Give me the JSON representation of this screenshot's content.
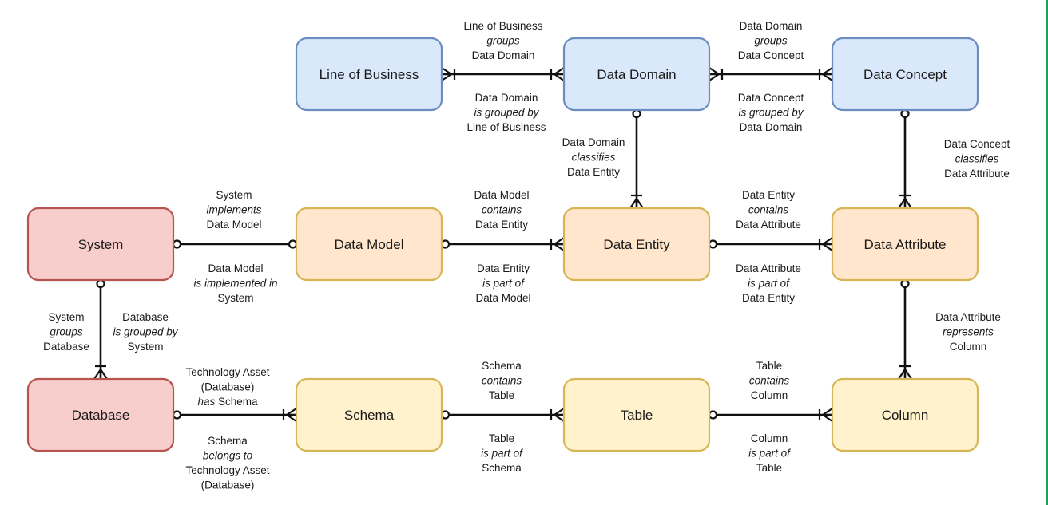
{
  "diagram": {
    "nodes": [
      {
        "id": "lob",
        "label": "Line of Business",
        "group": "business"
      },
      {
        "id": "domain",
        "label": "Data Domain",
        "group": "business"
      },
      {
        "id": "concept",
        "label": "Data Concept",
        "group": "business"
      },
      {
        "id": "system",
        "label": "System",
        "group": "technology"
      },
      {
        "id": "model",
        "label": "Data Model",
        "group": "logical"
      },
      {
        "id": "entity",
        "label": "Data Entity",
        "group": "logical"
      },
      {
        "id": "attribute",
        "label": "Data Attribute",
        "group": "logical"
      },
      {
        "id": "database",
        "label": "Database",
        "group": "technology"
      },
      {
        "id": "schema",
        "label": "Schema",
        "group": "physical"
      },
      {
        "id": "table",
        "label": "Table",
        "group": "physical"
      },
      {
        "id": "column",
        "label": "Column",
        "group": "physical"
      }
    ],
    "edges": [
      {
        "id": "lob-domain",
        "from": "lob",
        "to": "domain",
        "from_end": "crowfoot",
        "to_end": "crowfoot",
        "labels": [
          {
            "id": "lob-domain-fwd",
            "lines": [
              {
                "text": "Line of Business",
                "italic": false
              },
              {
                "text": "groups",
                "italic": true
              },
              {
                "text": "Data Domain",
                "italic": false
              }
            ]
          },
          {
            "id": "lob-domain-rev",
            "lines": [
              {
                "text": "Data Domain",
                "italic": false
              },
              {
                "text": "is grouped by",
                "italic": true
              },
              {
                "text": "Line of Business",
                "italic": false
              }
            ]
          }
        ]
      },
      {
        "id": "domain-concept",
        "from": "domain",
        "to": "concept",
        "from_end": "crowfoot",
        "to_end": "crowfoot",
        "labels": [
          {
            "id": "domain-concept-fwd",
            "lines": [
              {
                "text": "Data Domain",
                "italic": false
              },
              {
                "text": "groups",
                "italic": true
              },
              {
                "text": "Data Concept",
                "italic": false
              }
            ]
          },
          {
            "id": "domain-concept-rev",
            "lines": [
              {
                "text": "Data Concept",
                "italic": false
              },
              {
                "text": "is grouped by",
                "italic": true
              },
              {
                "text": "Data Domain",
                "italic": false
              }
            ]
          }
        ]
      },
      {
        "id": "domain-entity",
        "from": "domain",
        "to": "entity",
        "from_end": "circle",
        "to_end": "crowfoot",
        "labels": [
          {
            "id": "domain-entity-fwd",
            "lines": [
              {
                "text": "Data Domain",
                "italic": false
              },
              {
                "text": "classifies",
                "italic": true
              },
              {
                "text": "Data Entity",
                "italic": false
              }
            ]
          }
        ]
      },
      {
        "id": "concept-attribute",
        "from": "concept",
        "to": "attribute",
        "from_end": "circle",
        "to_end": "crowfoot",
        "labels": [
          {
            "id": "concept-attribute-fwd",
            "lines": [
              {
                "text": "Data Concept",
                "italic": false
              },
              {
                "text": "classifies",
                "italic": true
              },
              {
                "text": "Data Attribute",
                "italic": false
              }
            ]
          }
        ]
      },
      {
        "id": "system-model",
        "from": "system",
        "to": "model",
        "from_end": "circle",
        "to_end": "circle",
        "labels": [
          {
            "id": "system-model-fwd",
            "lines": [
              {
                "text": "System",
                "italic": false
              },
              {
                "text": "implements",
                "italic": true
              },
              {
                "text": "Data Model",
                "italic": false
              }
            ]
          },
          {
            "id": "system-model-rev",
            "lines": [
              {
                "text": "Data Model",
                "italic": false
              },
              {
                "text": "is implemented in",
                "italic": true
              },
              {
                "text": "System",
                "italic": false
              }
            ]
          }
        ]
      },
      {
        "id": "model-entity",
        "from": "model",
        "to": "entity",
        "from_end": "circle",
        "to_end": "crowfoot",
        "labels": [
          {
            "id": "model-entity-fwd",
            "lines": [
              {
                "text": "Data Model",
                "italic": false
              },
              {
                "text": "contains",
                "italic": true
              },
              {
                "text": "Data Entity",
                "italic": false
              }
            ]
          },
          {
            "id": "model-entity-rev",
            "lines": [
              {
                "text": "Data Entity",
                "italic": false
              },
              {
                "text": "is part of",
                "italic": true
              },
              {
                "text": "Data Model",
                "italic": false
              }
            ]
          }
        ]
      },
      {
        "id": "entity-attribute",
        "from": "entity",
        "to": "attribute",
        "from_end": "circle",
        "to_end": "crowfoot",
        "labels": [
          {
            "id": "entity-attribute-fwd",
            "lines": [
              {
                "text": "Data Entity",
                "italic": false
              },
              {
                "text": "contains",
                "italic": true
              },
              {
                "text": "Data Attribute",
                "italic": false
              }
            ]
          },
          {
            "id": "entity-attribute-rev",
            "lines": [
              {
                "text": "Data Attribute",
                "italic": false
              },
              {
                "text": "is part of",
                "italic": true
              },
              {
                "text": "Data Entity",
                "italic": false
              }
            ]
          }
        ]
      },
      {
        "id": "system-database",
        "from": "system",
        "to": "database",
        "from_end": "circle",
        "to_end": "crowfoot",
        "labels": [
          {
            "id": "system-database-fwd",
            "lines": [
              {
                "text": "System",
                "italic": false
              },
              {
                "text": "groups",
                "italic": true
              },
              {
                "text": "Database",
                "italic": false
              }
            ]
          },
          {
            "id": "system-database-rev",
            "lines": [
              {
                "text": "Database",
                "italic": false
              },
              {
                "text": "is grouped by",
                "italic": true
              },
              {
                "text": "System",
                "italic": false
              }
            ]
          }
        ]
      },
      {
        "id": "attribute-column",
        "from": "attribute",
        "to": "column",
        "from_end": "circle",
        "to_end": "crowfoot",
        "labels": [
          {
            "id": "attribute-column-fwd",
            "lines": [
              {
                "text": "Data Attribute",
                "italic": false
              },
              {
                "text": "represents",
                "italic": true
              },
              {
                "text": "Column",
                "italic": false
              }
            ]
          }
        ]
      },
      {
        "id": "database-schema",
        "from": "database",
        "to": "schema",
        "from_end": "circle",
        "to_end": "crowfoot",
        "labels": [
          {
            "id": "database-schema-fwd",
            "lines": [
              {
                "text": "Technology Asset",
                "italic": false
              },
              {
                "text": "(Database)",
                "italic": false
              },
              {
                "text": "has Schema",
                "italic": true,
                "mixed": [
                  {
                    "text": "has",
                    "italic": true
                  },
                  {
                    "text": " Schema",
                    "italic": false
                  }
                ]
              }
            ]
          },
          {
            "id": "database-schema-rev",
            "lines": [
              {
                "text": "Schema",
                "italic": false
              },
              {
                "text": "belongs to",
                "italic": true
              },
              {
                "text": "Technology Asset",
                "italic": false
              },
              {
                "text": "(Database)",
                "italic": false
              }
            ]
          }
        ]
      },
      {
        "id": "schema-table",
        "from": "schema",
        "to": "table",
        "from_end": "circle",
        "to_end": "crowfoot",
        "labels": [
          {
            "id": "schema-table-fwd",
            "lines": [
              {
                "text": "Schema",
                "italic": false
              },
              {
                "text": "contains",
                "italic": true
              },
              {
                "text": "Table",
                "italic": false
              }
            ]
          },
          {
            "id": "schema-table-rev",
            "lines": [
              {
                "text": "Table",
                "italic": false
              },
              {
                "text": "is part of",
                "italic": true
              },
              {
                "text": "Schema",
                "italic": false
              }
            ]
          }
        ]
      },
      {
        "id": "table-column",
        "from": "table",
        "to": "column",
        "from_end": "circle",
        "to_end": "crowfoot",
        "labels": [
          {
            "id": "table-column-fwd",
            "lines": [
              {
                "text": "Table",
                "italic": false
              },
              {
                "text": "contains",
                "italic": true
              },
              {
                "text": "Column",
                "italic": false
              }
            ]
          },
          {
            "id": "table-column-rev",
            "lines": [
              {
                "text": "Column",
                "italic": false
              },
              {
                "text": "is part of",
                "italic": true
              },
              {
                "text": "Table",
                "italic": false
              }
            ]
          }
        ]
      }
    ],
    "group_colors": {
      "business": {
        "fill": "#dae8fc",
        "stroke": "#6c8ebf"
      },
      "logical": {
        "fill": "#ffe6cc",
        "stroke": "#d6b656"
      },
      "technology": {
        "fill": "#f8cecc",
        "stroke": "#b85450"
      },
      "physical": {
        "fill": "#fff2cc",
        "stroke": "#d6b656"
      }
    }
  }
}
